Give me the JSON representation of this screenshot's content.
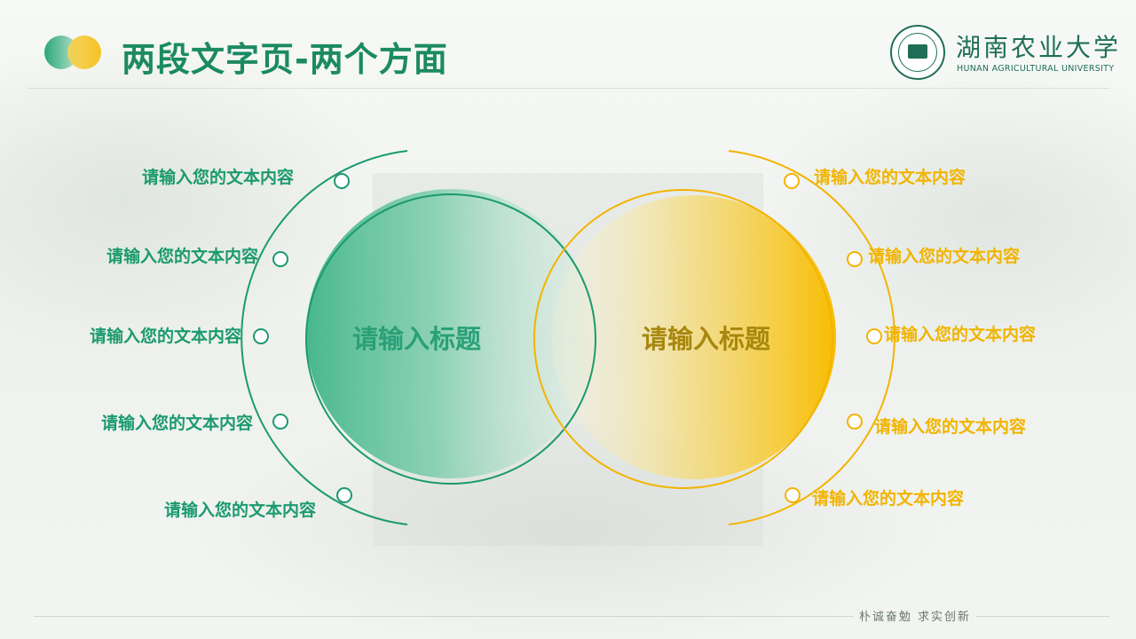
{
  "header": {
    "title": "两段文字页-两个方面"
  },
  "logo": {
    "name": "湖南农业大学",
    "name_en": "HUNAN AGRICULTURAL UNIVERSITY"
  },
  "left": {
    "title": "请输入标题",
    "items": [
      "请输入您的文本内容",
      "请输入您的文本内容",
      "请输入您的文本内容",
      "请输入您的文本内容",
      "请输入您的文本内容"
    ]
  },
  "right": {
    "title": "请输入标题",
    "items": [
      "请输入您的文本内容",
      "请输入您的文本内容",
      "请输入您的文本内容",
      "请输入您的文本内容",
      "请输入您的文本内容"
    ]
  },
  "footer": {
    "motto": "朴诚奋勉  求实创新"
  },
  "colors": {
    "green": "#1b9a6e",
    "yellow": "#f1b400",
    "title_green": "#1b8a62",
    "right_title": "#a8870e"
  }
}
